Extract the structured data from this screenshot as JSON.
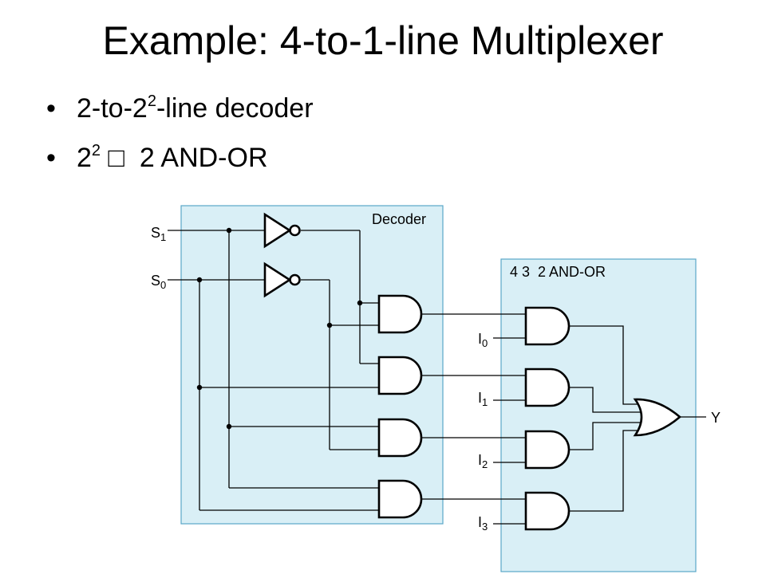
{
  "title": "Example: 4-to-1-line Multiplexer",
  "bullets": [
    {
      "prefix": "2-to-2",
      "sup": "2",
      "suffix": "-line decoder"
    },
    {
      "prefix": "2",
      "sup": "2",
      "suffix": " □  2 AND-OR"
    }
  ],
  "diagram": {
    "decoder_label": "Decoder",
    "andor_label": "4 3  2 AND-OR",
    "select_inputs": [
      {
        "base": "S",
        "sub": "1"
      },
      {
        "base": "S",
        "sub": "0"
      }
    ],
    "data_inputs": [
      {
        "base": "I",
        "sub": "0"
      },
      {
        "base": "I",
        "sub": "1"
      },
      {
        "base": "I",
        "sub": "2"
      },
      {
        "base": "I",
        "sub": "3"
      }
    ],
    "output": "Y",
    "colors": {
      "box_fill": "#d9eff6",
      "box_border": "#5aa7c8",
      "line": "#000000"
    }
  }
}
